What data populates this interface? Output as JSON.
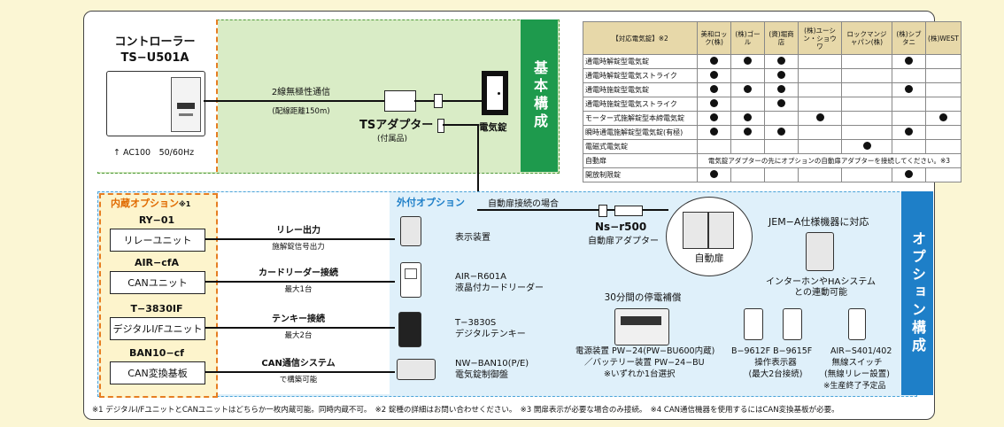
{
  "basic": {
    "tab": "基本構成",
    "controller_label": "コントローラー",
    "controller_model": "TS−U501A",
    "power": "AC100　50/60Hz",
    "wire_title": "2線無極性通信",
    "wire_note": "(配線距離150m)",
    "adapter_label": "TSアダプター",
    "adapter_note": "(付属品)",
    "lock_label": "電気錠"
  },
  "lock_table": {
    "corner": "【対応電気錠】※2",
    "makers": [
      "美和ロック(株)",
      "(株)ゴール",
      "(資)堀商店",
      "(株)ユーシン・ショウワ",
      "ロックマンジャパン(株)",
      "(株)シブタニ",
      "(株)WEST"
    ],
    "rows": [
      {
        "name": "通電時解錠型電気錠",
        "marks": [
          1,
          1,
          1,
          0,
          0,
          1,
          0
        ]
      },
      {
        "name": "通電時解錠型電気ストライク",
        "marks": [
          1,
          0,
          1,
          0,
          0,
          0,
          0
        ]
      },
      {
        "name": "通電時施錠型電気錠",
        "marks": [
          1,
          1,
          1,
          0,
          0,
          1,
          0
        ]
      },
      {
        "name": "通電時施錠型電気ストライク",
        "marks": [
          1,
          0,
          1,
          0,
          0,
          0,
          0
        ]
      },
      {
        "name": "モーター式施解錠型本締電気錠",
        "marks": [
          1,
          1,
          0,
          1,
          0,
          0,
          1
        ]
      },
      {
        "name": "瞬時通電施解錠型電気錠(有極)",
        "marks": [
          1,
          1,
          1,
          0,
          0,
          1,
          0
        ]
      },
      {
        "name": "電磁式電気錠",
        "marks": [
          0,
          0,
          0,
          0,
          1,
          0,
          0
        ]
      },
      {
        "name": "自動扉",
        "note": "電気錠アダプターの先にオプションの自動扉アダプターを接続してください。※3"
      },
      {
        "name": "開放制限錠",
        "marks": [
          1,
          0,
          0,
          0,
          0,
          1,
          0
        ]
      }
    ]
  },
  "internal": {
    "title": "内蔵オプション",
    "title_note": "※1",
    "items": [
      {
        "model": "RY−01",
        "unit": "リレーユニット",
        "link": "リレー出力",
        "link_note": "施解錠信号出力"
      },
      {
        "model": "AIR−cfA",
        "unit": "CANユニット",
        "link": "カードリーダー接続",
        "link_note": "最大1台"
      },
      {
        "model": "T−3830IF",
        "unit": "デジタルI/Fユニット",
        "link": "テンキー接続",
        "link_note": "最大2台"
      },
      {
        "model": "BAN10−cf",
        "unit": "CAN変換基板",
        "link": "CAN通信システム",
        "link_note": "で構築可能"
      }
    ]
  },
  "external": {
    "title": "外付オプション",
    "devices": [
      {
        "line1": "表示装置",
        "line2": ""
      },
      {
        "line1": "AIR−R601A",
        "line2": "液晶付カードリーダー"
      },
      {
        "line1": "T−3830S",
        "line2": "デジタルテンキー"
      },
      {
        "line1": "NW−BAN10(P/E)",
        "line2": "電気錠制御盤"
      }
    ],
    "auto_door_case": "自動扉接続の場合",
    "auto_adapter_model": "Ns−r500",
    "auto_adapter_label": "自動扉アダプター",
    "auto_door_label": "自動扉",
    "jem_title": "JEM−A仕様機器に対応",
    "jem_note1": "インターホンやHAシステム",
    "jem_note2": "との連動可能",
    "power_backup_title": "30分間の停電補償",
    "power_device1": "電源装置 PW−24(PW−BU600内蔵)",
    "power_device2": "／バッテリー装置 PW−24−BU",
    "power_device3": "※いずれか1台選択",
    "panel_models": "B−9612F  B−9615F",
    "panel_label": "操作表示器",
    "panel_note": "(最大2台接続)",
    "switch_model": "AIR−S401/402",
    "switch_label": "無線スイッチ",
    "switch_note": "(無線リレー設置)",
    "switch_status": "※生産終了予定品",
    "tab": "オプション構成"
  },
  "footnote": "※1 デジタルI/FユニットとCANユニットはどちらか一枚内蔵可能。同時内蔵不可。　※2 錠種の詳細はお問い合わせください。　※3 開扉表示が必要な場合のみ接続。　※4 CAN通信機器を使用するにはCAN変換基板が必要。"
}
